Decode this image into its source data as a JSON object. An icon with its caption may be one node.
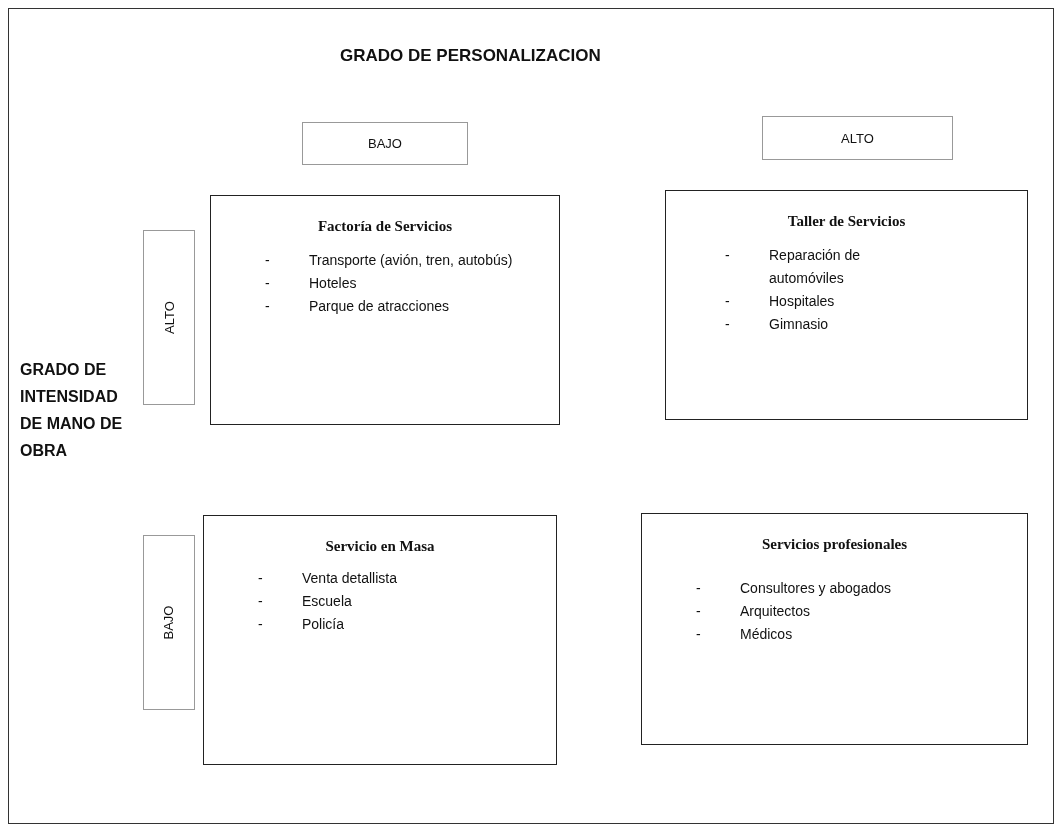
{
  "diagram": {
    "title": "GRADO DE PERSONALIZACION",
    "nodes": [
      {
        "text": [
          "BAJO"
        ]
      },
      {
        "text": [
          "ALTO"
        ]
      },
      {
        "text": [
          "ALTO"
        ]
      },
      {
        "text": [
          "Factoría de Servicios",
          "- Transporte (avión, tren, autobús)",
          "- Hoteles",
          "- Parque de atracciones"
        ]
      },
      {
        "text": [
          "Taller de Servicios",
          "- Reparación de automóviles",
          "- Hospitales",
          "- Gimnasio"
        ]
      },
      {
        "text": [
          "BAJO"
        ]
      },
      {
        "text": [
          "Servicio en Masa",
          "- Venta detallista",
          "- Escuela",
          "- Policía"
        ]
      },
      {
        "text": [
          "Servicios profesionales",
          "- Consultores y abogados",
          "- Arquitectos",
          "- Médicos"
        ]
      }
    ],
    "labels": [
      "GRADO DE INTENSIDAD DE MANO DE OBRA"
    ]
  }
}
